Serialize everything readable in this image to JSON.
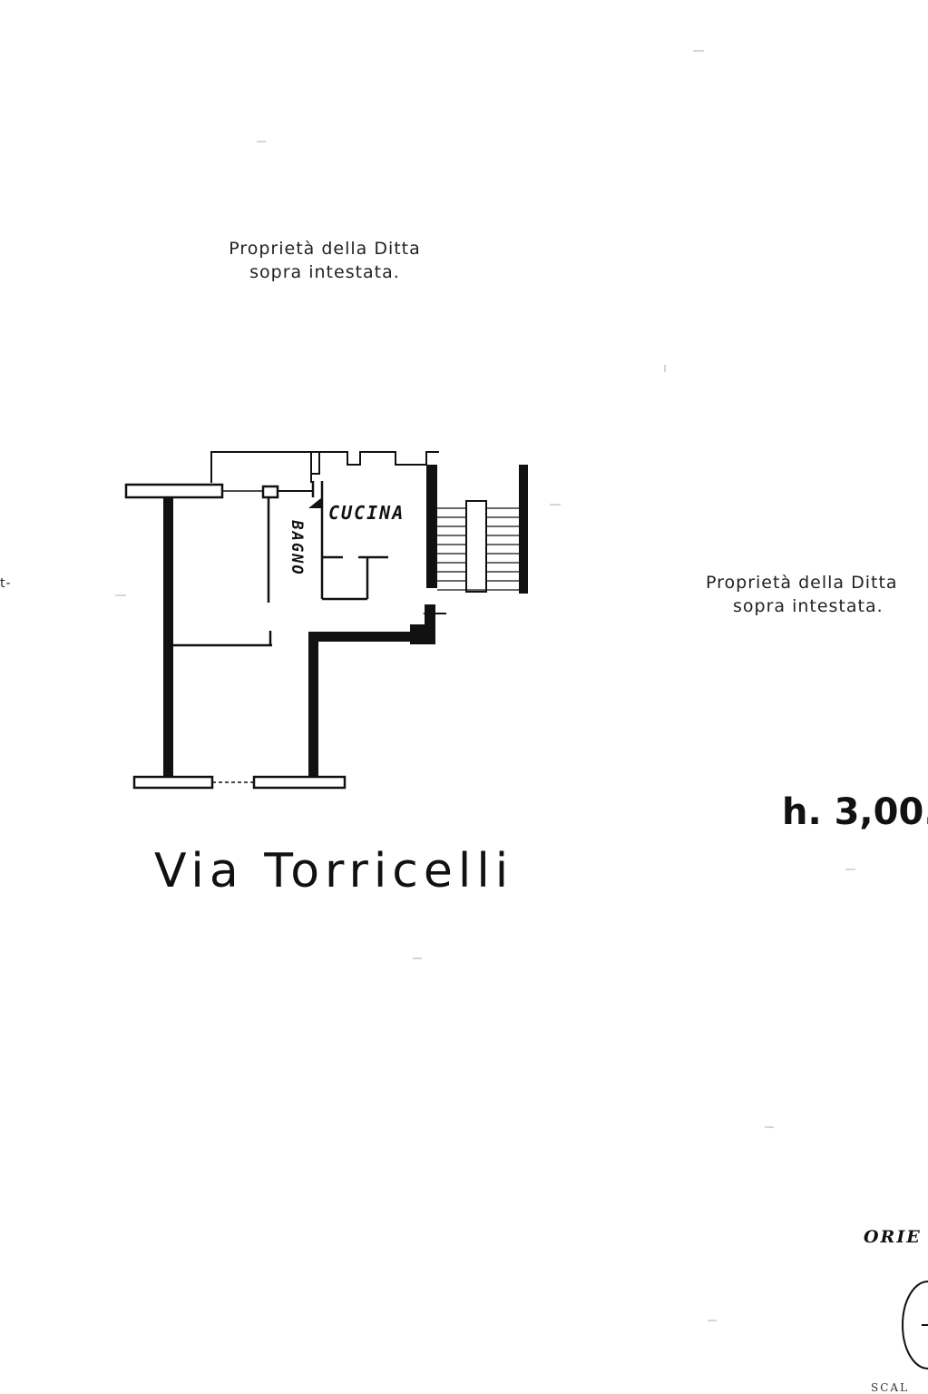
{
  "labels": {
    "owner_top_line1": "Proprietà della Ditta",
    "owner_top_line2": "sopra intestata.",
    "owner_right_line1": "Proprietà della Ditta",
    "owner_right_line2": "sopra intestata.",
    "owner_left_fragment": "t-",
    "street": "Via Torricelli",
    "height": "h. 3,00.",
    "orientation": "ORIE",
    "scale": "SCAL"
  },
  "rooms": {
    "kitchen": "CUCINA",
    "bathroom": "BAGNO"
  }
}
